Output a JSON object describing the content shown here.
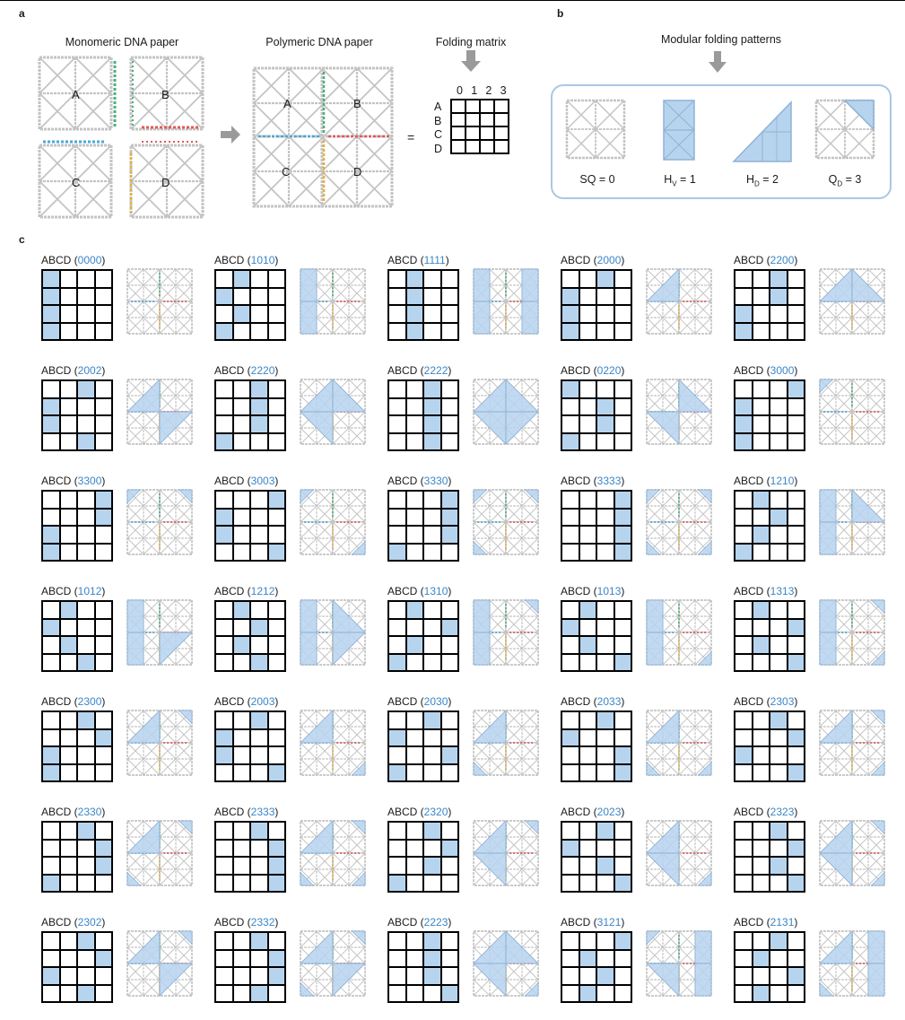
{
  "panel_labels": {
    "a": "a",
    "b": "b",
    "c": "c"
  },
  "panel_a": {
    "monomeric_title": "Monomeric DNA paper",
    "polymeric_title": "Polymeric DNA paper",
    "folding_matrix_title": "Folding matrix",
    "equals": "=",
    "tile_letters": [
      "A",
      "B",
      "C",
      "D"
    ],
    "matrix_col_headers": [
      "0",
      "1",
      "2",
      "3"
    ],
    "matrix_row_headers": [
      "A",
      "B",
      "C",
      "D"
    ]
  },
  "panel_b": {
    "title": "Modular folding patterns",
    "patterns": [
      {
        "name": "SQ",
        "sub": "",
        "value": "= 0"
      },
      {
        "name": "H",
        "sub": "V",
        "value": "= 1"
      },
      {
        "name": "H",
        "sub": "D",
        "value": "= 2"
      },
      {
        "name": "Q",
        "sub": "D",
        "value": "= 3"
      }
    ]
  },
  "panel_c": {
    "prefix": "ABCD",
    "codes": [
      "0000",
      "1010",
      "1111",
      "2000",
      "2200",
      "2002",
      "2220",
      "2222",
      "0220",
      "3000",
      "3300",
      "3003",
      "3330",
      "3333",
      "1210",
      "1012",
      "1212",
      "1310",
      "1013",
      "1313",
      "2300",
      "2003",
      "2030",
      "2033",
      "2303",
      "2330",
      "2333",
      "2320",
      "2023",
      "2323",
      "2302",
      "2332",
      "2223",
      "3121",
      "2131"
    ]
  },
  "colors": {
    "fill_blue": "#b7d4ee",
    "box_border": "#a9c8e4",
    "code_text": "#3a86c8",
    "tile_grey": "#c4c4c4",
    "arrow_grey": "#9a9a9a",
    "seam_green": "#4caf7a",
    "seam_red": "#e05a5a",
    "seam_blue": "#4aa8d8",
    "seam_yellow": "#e0b040"
  }
}
